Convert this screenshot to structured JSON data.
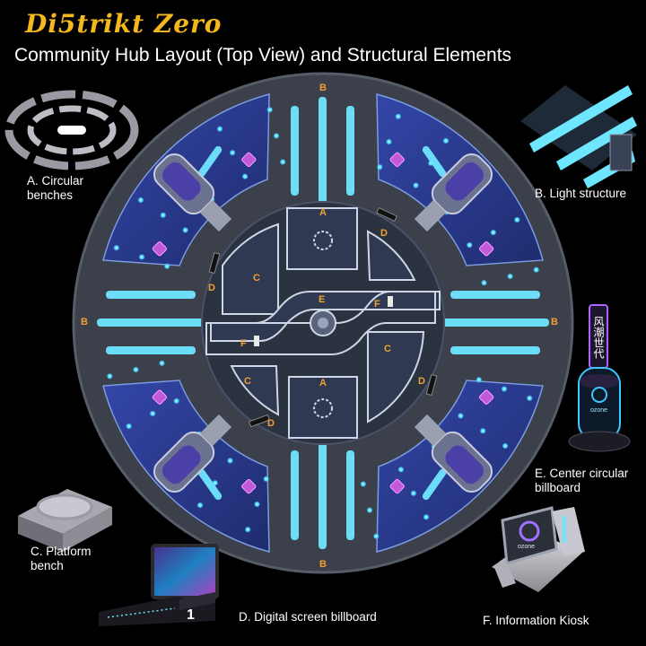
{
  "header": {
    "brand": "Di5trikt Zero",
    "title": "Community Hub Layout (Top View) and Structural Elements"
  },
  "legend": {
    "a": "A. Circular benches",
    "b": "B. Light structure",
    "c": "C. Platform bench",
    "d": "D. Digital screen billboard",
    "e": "E. Center circular billboard",
    "f": "F. Information Kiosk"
  },
  "map_labels": {
    "a": "A",
    "b": "B",
    "c": "C",
    "d": "D",
    "e": "E",
    "f": "F"
  },
  "billboard_text": {
    "brand": "ozone",
    "vertical_sign": "风潮世代"
  },
  "kiosk_screen_text": "ozone",
  "screen_number": "1",
  "colors": {
    "brand": "#f5b81c",
    "label": "#f0a030",
    "light": "#6fe6ff",
    "floor": "#3a3f4a",
    "quadrant": "#2a3d8c",
    "plaza": "#2b3340"
  }
}
